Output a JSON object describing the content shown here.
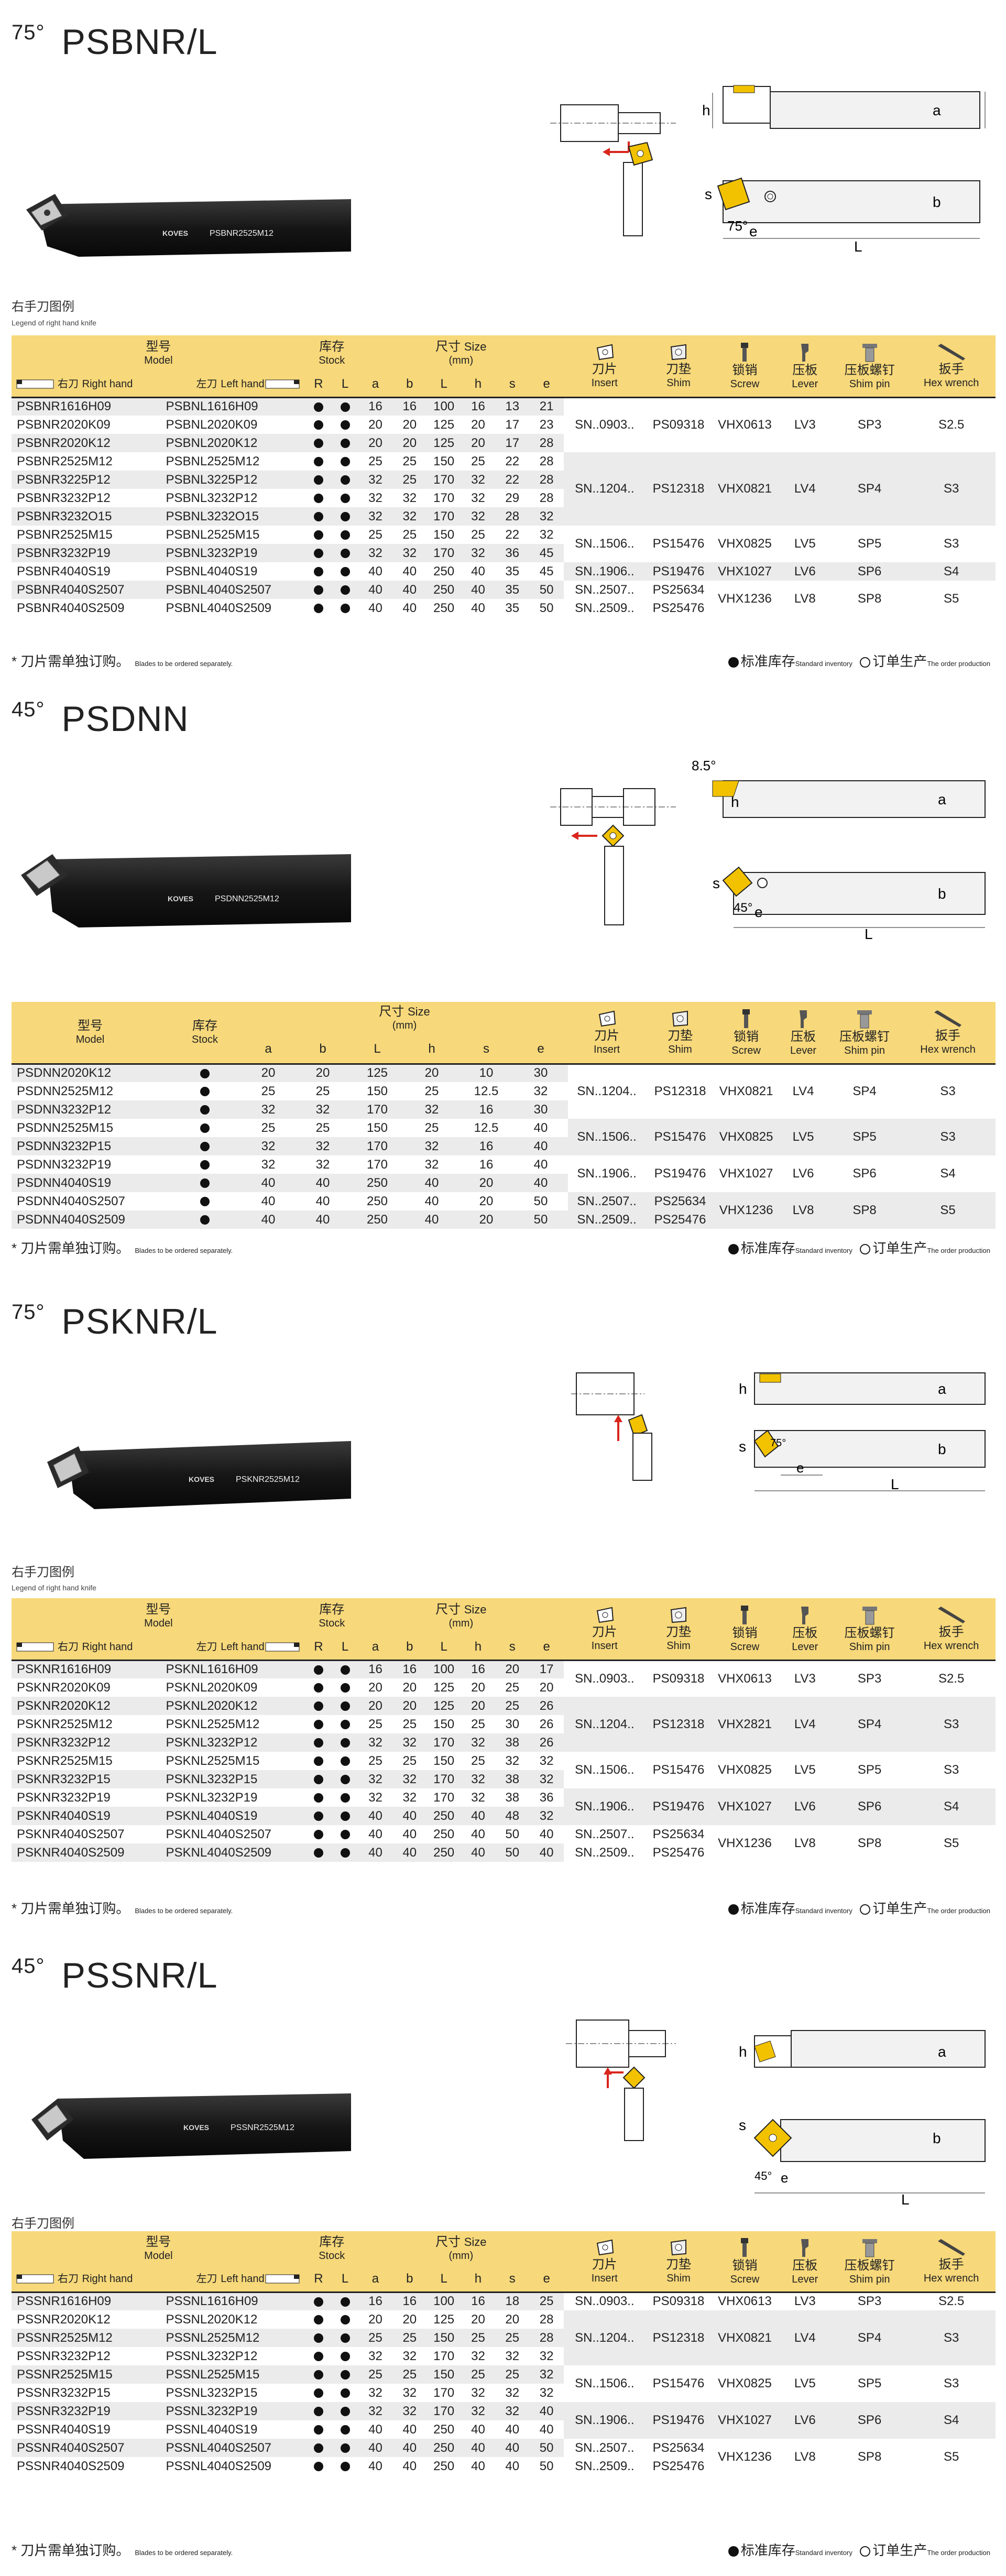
{
  "common": {
    "hdr_model_cn": "型号",
    "hdr_model_en": "Model",
    "hdr_right_cn": "右刀",
    "hdr_right_en": "Right hand",
    "hdr_left_cn": "左刀",
    "hdr_left_en": "Left hand",
    "hdr_stock_cn": "库存",
    "hdr_stock_en": "Stock",
    "hdr_r": "R",
    "hdr_l": "L",
    "hdr_size_cn": "尺寸",
    "hdr_size_en": "Size",
    "hdr_size_unit": "(mm)",
    "hdr_insert_cn": "刀片",
    "hdr_insert_en": "Insert",
    "hdr_shim_cn": "刀垫",
    "hdr_shim_en": "Shim",
    "hdr_screw_cn": "锁销",
    "hdr_screw_en": "Screw",
    "hdr_lever_cn": "压板",
    "hdr_lever_en": "Lever",
    "hdr_shimpin_cn": "压板螺钉",
    "hdr_shimpin_en": "Shim pin",
    "hdr_hex_cn": "扳手",
    "hdr_hex_en": "Hex wrench",
    "right_hand_cn": "右手刀图例",
    "right_hand_en": "Legend of right hand knife",
    "note_cn": "* 刀片需单独订购。",
    "note_en": "Blades to be ordered separately.",
    "legend_std_cn": "标准库存",
    "legend_std_en": "Standard inventory",
    "legend_ord_cn": "订单生产",
    "legend_ord_en": "The order production",
    "brand": "KOVES",
    "dim_a": "a",
    "dim_b": "b",
    "dim_l": "L",
    "dim_h": "h",
    "dim_s": "s",
    "dim_e": "e",
    "colors": {
      "header": "#f7d87a",
      "stripe": "#ebebeb",
      "tool_body": "#1a1a1a",
      "insert": "#f2c200",
      "arrow": "#d9261c"
    }
  },
  "psbnr": {
    "title_deg": "75°",
    "title_name": "PSBNR/L",
    "tool_label": "PSBNR2525M12",
    "angle_label": "75°",
    "dims": [
      "a",
      "b",
      "L",
      "h",
      "s",
      "e"
    ],
    "rows": [
      [
        "PSBNR1616H09",
        "PSBNL1616H09",
        "16",
        "16",
        "100",
        "16",
        "13",
        "21"
      ],
      [
        "PSBNR2020K09",
        "PSBNL2020K09",
        "20",
        "20",
        "125",
        "20",
        "17",
        "23"
      ],
      [
        "PSBNR2020K12",
        "PSBNL2020K12",
        "20",
        "20",
        "125",
        "20",
        "17",
        "28"
      ],
      [
        "PSBNR2525M12",
        "PSBNL2525M12",
        "25",
        "25",
        "150",
        "25",
        "22",
        "28"
      ],
      [
        "PSBNR3225P12",
        "PSBNL3225P12",
        "32",
        "25",
        "170",
        "32",
        "22",
        "28"
      ],
      [
        "PSBNR3232P12",
        "PSBNL3232P12",
        "32",
        "32",
        "170",
        "32",
        "29",
        "28"
      ],
      [
        "PSBNR3232O15",
        "PSBNL3232O15",
        "32",
        "32",
        "170",
        "32",
        "28",
        "32"
      ],
      [
        "PSBNR2525M15",
        "PSBNL2525M15",
        "25",
        "25",
        "150",
        "25",
        "22",
        "32"
      ],
      [
        "PSBNR3232P19",
        "PSBNL3232P19",
        "32",
        "32",
        "170",
        "32",
        "36",
        "45"
      ],
      [
        "PSBNR4040S19",
        "PSBNL4040S19",
        "40",
        "40",
        "250",
        "40",
        "35",
        "45"
      ],
      [
        "PSBNR4040S2507",
        "PSBNL4040S2507",
        "40",
        "40",
        "250",
        "40",
        "35",
        "50"
      ],
      [
        "PSBNR4040S2509",
        "PSBNL4040S2509",
        "40",
        "40",
        "250",
        "40",
        "35",
        "50"
      ]
    ],
    "groups": [
      {
        "span": 3,
        "insert": "SN..0903..",
        "shim": "PS09318",
        "screw": "VHX0613",
        "lever": "LV3",
        "pin": "SP3",
        "hex": "S2.5"
      },
      {
        "span": 4,
        "insert": "SN..1204..",
        "shim": "PS12318",
        "screw": "VHX0821",
        "lever": "LV4",
        "pin": "SP4",
        "hex": "S3"
      },
      {
        "span": 2,
        "insert": "SN..1506..",
        "shim": "PS15476",
        "screw": "VHX0825",
        "lever": "LV5",
        "pin": "SP5",
        "hex": "S3"
      },
      {
        "span": 1,
        "insert": "SN..1906..",
        "shim": "PS19476",
        "screw": "VHX1027",
        "lever": "LV6",
        "pin": "SP6",
        "hex": "S4"
      },
      {
        "span": 2,
        "insert": [
          "SN..2507..",
          "SN..2509.."
        ],
        "shim": [
          "PS25634",
          "PS25476"
        ],
        "screw": "VHX1236",
        "lever": "LV8",
        "pin": "SP8",
        "hex": "S5"
      }
    ]
  },
  "psdnn": {
    "title_deg": "45°",
    "title_name": "PSDNN",
    "tool_label": "PSDNN2525M12",
    "angle_label": "45°",
    "angle2_label": "8.5°",
    "dims": [
      "a",
      "b",
      "L",
      "h",
      "s",
      "e"
    ],
    "rows": [
      [
        "PSDNN2020K12",
        "20",
        "20",
        "125",
        "20",
        "10",
        "30"
      ],
      [
        "PSDNN2525M12",
        "25",
        "25",
        "150",
        "25",
        "12.5",
        "32"
      ],
      [
        "PSDNN3232P12",
        "32",
        "32",
        "170",
        "32",
        "16",
        "30"
      ],
      [
        "PSDNN2525M15",
        "25",
        "25",
        "150",
        "25",
        "12.5",
        "40"
      ],
      [
        "PSDNN3232P15",
        "32",
        "32",
        "170",
        "32",
        "16",
        "40"
      ],
      [
        "PSDNN3232P19",
        "32",
        "32",
        "170",
        "32",
        "16",
        "40"
      ],
      [
        "PSDNN4040S19",
        "40",
        "40",
        "250",
        "40",
        "20",
        "40"
      ],
      [
        "PSDNN4040S2507",
        "40",
        "40",
        "250",
        "40",
        "20",
        "50"
      ],
      [
        "PSDNN4040S2509",
        "40",
        "40",
        "250",
        "40",
        "20",
        "50"
      ]
    ],
    "groups": [
      {
        "span": 3,
        "insert": "SN..1204..",
        "shim": "PS12318",
        "screw": "VHX0821",
        "lever": "LV4",
        "pin": "SP4",
        "hex": "S3"
      },
      {
        "span": 2,
        "insert": "SN..1506..",
        "shim": "PS15476",
        "screw": "VHX0825",
        "lever": "LV5",
        "pin": "SP5",
        "hex": "S3"
      },
      {
        "span": 2,
        "insert": "SN..1906..",
        "shim": "PS19476",
        "screw": "VHX1027",
        "lever": "LV6",
        "pin": "SP6",
        "hex": "S4"
      },
      {
        "span": 2,
        "insert": [
          "SN..2507..",
          "SN..2509.."
        ],
        "shim": [
          "PS25634",
          "PS25476"
        ],
        "screw": "VHX1236",
        "lever": "LV8",
        "pin": "SP8",
        "hex": "S5"
      }
    ]
  },
  "psknr": {
    "title_deg": "75°",
    "title_name": "PSKNR/L",
    "tool_label": "PSKNR2525M12",
    "angle_label": "75°",
    "dims": [
      "a",
      "b",
      "L",
      "h",
      "s",
      "e"
    ],
    "rows": [
      [
        "PSKNR1616H09",
        "PSKNL1616H09",
        "16",
        "16",
        "100",
        "16",
        "20",
        "17"
      ],
      [
        "PSKNR2020K09",
        "PSKNL2020K09",
        "20",
        "20",
        "125",
        "20",
        "25",
        "20"
      ],
      [
        "PSKNR2020K12",
        "PSKNL2020K12",
        "20",
        "20",
        "125",
        "20",
        "25",
        "26"
      ],
      [
        "PSKNR2525M12",
        "PSKNL2525M12",
        "25",
        "25",
        "150",
        "25",
        "30",
        "26"
      ],
      [
        "PSKNR3232P12",
        "PSKNL3232P12",
        "32",
        "32",
        "170",
        "32",
        "38",
        "26"
      ],
      [
        "PSKNR2525M15",
        "PSKNL2525M15",
        "25",
        "25",
        "150",
        "25",
        "32",
        "32"
      ],
      [
        "PSKNR3232P15",
        "PSKNL3232P15",
        "32",
        "32",
        "170",
        "32",
        "38",
        "32"
      ],
      [
        "PSKNR3232P19",
        "PSKNL3232P19",
        "32",
        "32",
        "170",
        "32",
        "38",
        "36"
      ],
      [
        "PSKNR4040S19",
        "PSKNL4040S19",
        "40",
        "40",
        "250",
        "40",
        "48",
        "32"
      ],
      [
        "PSKNR4040S2507",
        "PSKNL4040S2507",
        "40",
        "40",
        "250",
        "40",
        "50",
        "40"
      ],
      [
        "PSKNR4040S2509",
        "PSKNL4040S2509",
        "40",
        "40",
        "250",
        "40",
        "50",
        "40"
      ]
    ],
    "groups": [
      {
        "span": 2,
        "insert": "SN..0903..",
        "shim": "PS09318",
        "screw": "VHX0613",
        "lever": "LV3",
        "pin": "SP3",
        "hex": "S2.5"
      },
      {
        "span": 3,
        "insert": "SN..1204..",
        "shim": "PS12318",
        "screw": "VHX2821",
        "lever": "LV4",
        "pin": "SP4",
        "hex": "S3"
      },
      {
        "span": 2,
        "insert": "SN..1506..",
        "shim": "PS15476",
        "screw": "VHX0825",
        "lever": "LV5",
        "pin": "SP5",
        "hex": "S3"
      },
      {
        "span": 2,
        "insert": "SN..1906..",
        "shim": "PS19476",
        "screw": "VHX1027",
        "lever": "LV6",
        "pin": "SP6",
        "hex": "S4"
      },
      {
        "span": 2,
        "insert": [
          "SN..2507..",
          "SN..2509.."
        ],
        "shim": [
          "PS25634",
          "PS25476"
        ],
        "screw": "VHX1236",
        "lever": "LV8",
        "pin": "SP8",
        "hex": "S5"
      }
    ]
  },
  "pssnr": {
    "title_deg": "45°",
    "title_name": "PSSNR/L",
    "tool_label": "PSSNR2525M12",
    "angle_label": "45°",
    "dims": [
      "a",
      "b",
      "L",
      "h",
      "s",
      "e"
    ],
    "rows": [
      [
        "PSSNR1616H09",
        "PSSNL1616H09",
        "16",
        "16",
        "100",
        "16",
        "18",
        "25"
      ],
      [
        "PSSNR2020K12",
        "PSSNL2020K12",
        "20",
        "20",
        "125",
        "20",
        "20",
        "28"
      ],
      [
        "PSSNR2525M12",
        "PSSNL2525M12",
        "25",
        "25",
        "150",
        "25",
        "25",
        "28"
      ],
      [
        "PSSNR3232P12",
        "PSSNL3232P12",
        "32",
        "32",
        "170",
        "32",
        "32",
        "32"
      ],
      [
        "PSSNR2525M15",
        "PSSNL2525M15",
        "25",
        "25",
        "150",
        "25",
        "25",
        "32"
      ],
      [
        "PSSNR3232P15",
        "PSSNL3232P15",
        "32",
        "32",
        "170",
        "32",
        "32",
        "32"
      ],
      [
        "PSSNR3232P19",
        "PSSNL3232P19",
        "32",
        "32",
        "170",
        "32",
        "32",
        "40"
      ],
      [
        "PSSNR4040S19",
        "PSSNL4040S19",
        "40",
        "40",
        "250",
        "40",
        "40",
        "40"
      ],
      [
        "PSSNR4040S2507",
        "PSSNL4040S2507",
        "40",
        "40",
        "250",
        "40",
        "40",
        "50"
      ],
      [
        "PSSNR4040S2509",
        "PSSNL4040S2509",
        "40",
        "40",
        "250",
        "40",
        "40",
        "50"
      ]
    ],
    "groups": [
      {
        "span": 1,
        "insert": "SN..0903..",
        "shim": "PS09318",
        "screw": "VHX0613",
        "lever": "LV3",
        "pin": "SP3",
        "hex": "S2.5"
      },
      {
        "span": 3,
        "insert": "SN..1204..",
        "shim": "PS12318",
        "screw": "VHX0821",
        "lever": "LV4",
        "pin": "SP4",
        "hex": "S3"
      },
      {
        "span": 2,
        "insert": "SN..1506..",
        "shim": "PS15476",
        "screw": "VHX0825",
        "lever": "LV5",
        "pin": "SP5",
        "hex": "S3"
      },
      {
        "span": 2,
        "insert": "SN..1906..",
        "shim": "PS19476",
        "screw": "VHX1027",
        "lever": "LV6",
        "pin": "SP6",
        "hex": "S4"
      },
      {
        "span": 2,
        "insert": [
          "SN..2507..",
          "SN..2509.."
        ],
        "shim": [
          "PS25634",
          "PS25476"
        ],
        "screw": "VHX1236",
        "lever": "LV8",
        "pin": "SP8",
        "hex": "S5"
      }
    ]
  }
}
